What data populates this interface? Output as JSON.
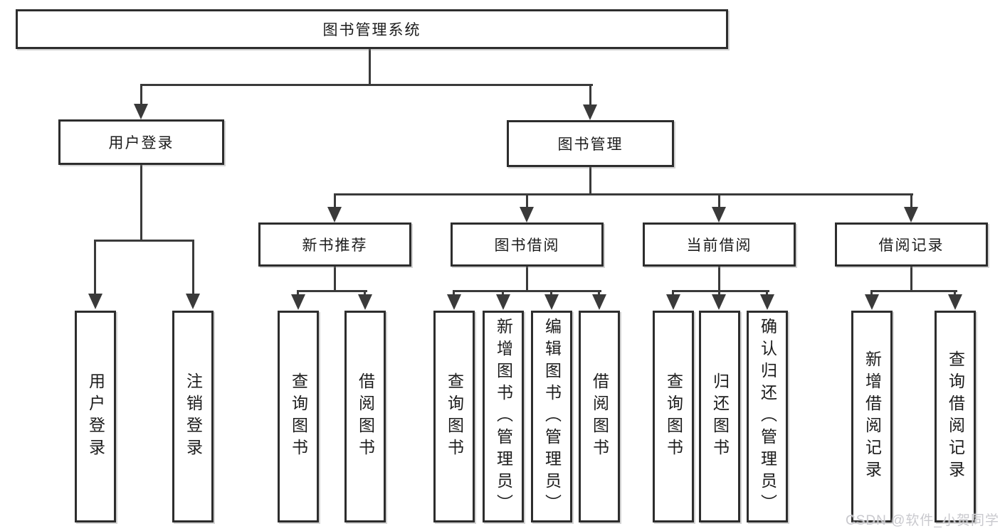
{
  "colors": {
    "background": "#ffffff",
    "line": "#3a3a3a",
    "box_border": "#2d2d2d",
    "text": "#1c1c1c",
    "watermark": "#c9c9ce"
  },
  "watermark": "CSDN @软件_小贺同学",
  "tree": {
    "root": "图书管理系统",
    "branches": [
      {
        "label": "用户登录",
        "children": [
          "用户登录",
          "注销登录"
        ]
      },
      {
        "label": "图书管理",
        "sections": [
          {
            "label": "新书推荐",
            "children": [
              "查询图书",
              "借阅图书"
            ]
          },
          {
            "label": "图书借阅",
            "children": [
              "查询图书",
              "新增图书（管理员）",
              "编辑图书（管理员）",
              "借阅图书"
            ]
          },
          {
            "label": "当前借阅",
            "children": [
              "查询图书",
              "归还图书",
              "确认归还（管理员）"
            ]
          },
          {
            "label": "借阅记录",
            "children": [
              "新增借阅记录",
              "查询借阅记录"
            ]
          }
        ]
      }
    ]
  }
}
